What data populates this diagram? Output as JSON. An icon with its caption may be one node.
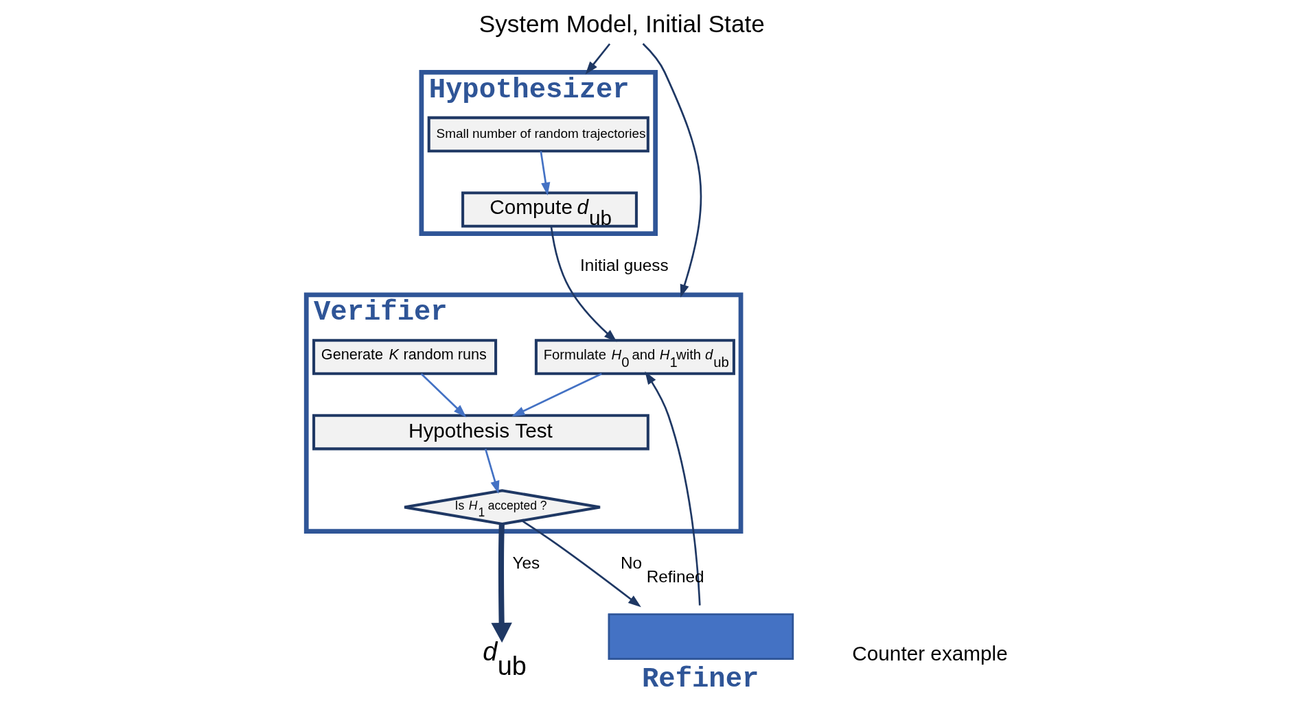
{
  "diagram": {
    "nodes": [
      {
        "text": [
          "System Model, Initial State"
        ]
      },
      {
        "text": [
          "Hypothesizer"
        ]
      },
      {
        "text": [
          "Small number of random trajectories"
        ],
        "in": 1
      },
      {
        "text": [
          "Compute *d*$_{ub}$"
        ],
        "in": 1
      },
      {
        "text": [
          "Verifier"
        ]
      },
      {
        "text": [
          "Formulate *H*$_{0}$ and *H*$_{1}$with *d*$_{ub}$"
        ],
        "in": 4
      },
      {
        "text": [
          "Generate *K* random runs"
        ],
        "in": 4
      },
      {
        "text": [
          "Hypothesis Test"
        ],
        "in": 4
      },
      {
        "text": [
          "Is *H*$_{1}$ accepted ?"
        ],
        "in": 4
      },
      {
        "text": [
          "Refiner"
        ]
      },
      {
        "text": [
          "*d*$_{ub}$"
        ]
      }
    ],
    "edges": [
      {
        "from": 0,
        "to": 1,
        "arrow": "to"
      },
      {
        "from": 0,
        "to": 4,
        "arrow": "to"
      },
      {
        "from": 2,
        "to": 3,
        "arrow": "to",
        "color": "#4472c4"
      },
      {
        "from": 3,
        "to": 5,
        "arrow": "to",
        "label": "Initial guess"
      },
      {
        "from": 9,
        "to": 5,
        "arrow": "to",
        "label": "Refined"
      },
      {
        "from": 5,
        "to": 7,
        "arrow": "to",
        "color": "#4472c4"
      },
      {
        "from": 6,
        "to": 7,
        "arrow": "to",
        "color": "#4472c4"
      },
      {
        "from": 7,
        "to": 8,
        "arrow": "to",
        "color": "#4472c4"
      },
      {
        "from": 8,
        "to": 9,
        "arrow": "to",
        "label": "No"
      },
      {
        "from": 8,
        "to": 10,
        "arrow": "to",
        "label": "Yes",
        "style": "thick"
      }
    ],
    "labels": [
      "Counter example"
    ]
  }
}
